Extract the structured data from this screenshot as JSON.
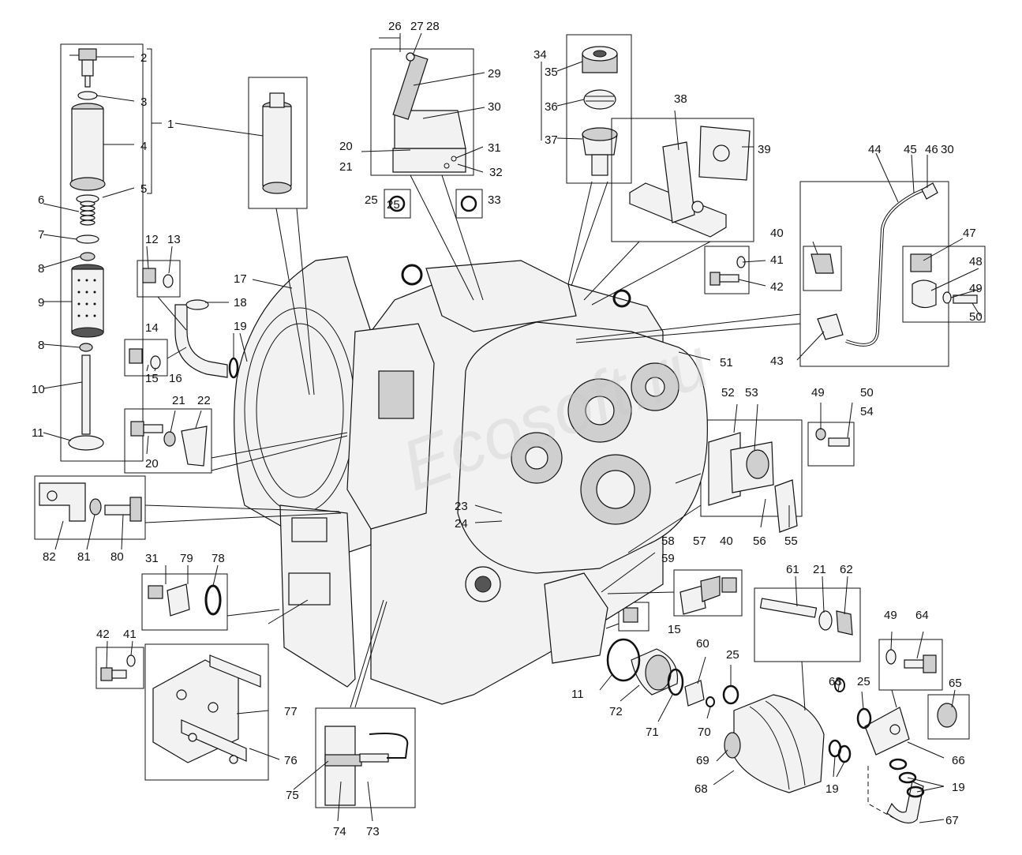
{
  "labels": [
    "1",
    "2",
    "3",
    "4",
    "5",
    "6",
    "7",
    "8",
    "9",
    "10",
    "11",
    "12",
    "13",
    "14",
    "15",
    "16",
    "17",
    "18",
    "19",
    "20",
    "21",
    "22",
    "23",
    "24",
    "25",
    "26",
    "27",
    "28",
    "29",
    "30",
    "31",
    "32",
    "33",
    "34",
    "35",
    "36",
    "37",
    "38",
    "39",
    "40",
    "41",
    "42",
    "43",
    "44",
    "45",
    "46",
    "47",
    "48",
    "49",
    "50",
    "51",
    "52",
    "53",
    "54",
    "55",
    "56",
    "57",
    "58",
    "59",
    "60",
    "61",
    "62",
    "63",
    "64",
    "65",
    "66",
    "67",
    "68",
    "69",
    "70",
    "71",
    "72",
    "73",
    "74",
    "75",
    "76",
    "77",
    "78",
    "79",
    "80",
    "81",
    "82"
  ],
  "watermark": "Ecosoft.ru"
}
